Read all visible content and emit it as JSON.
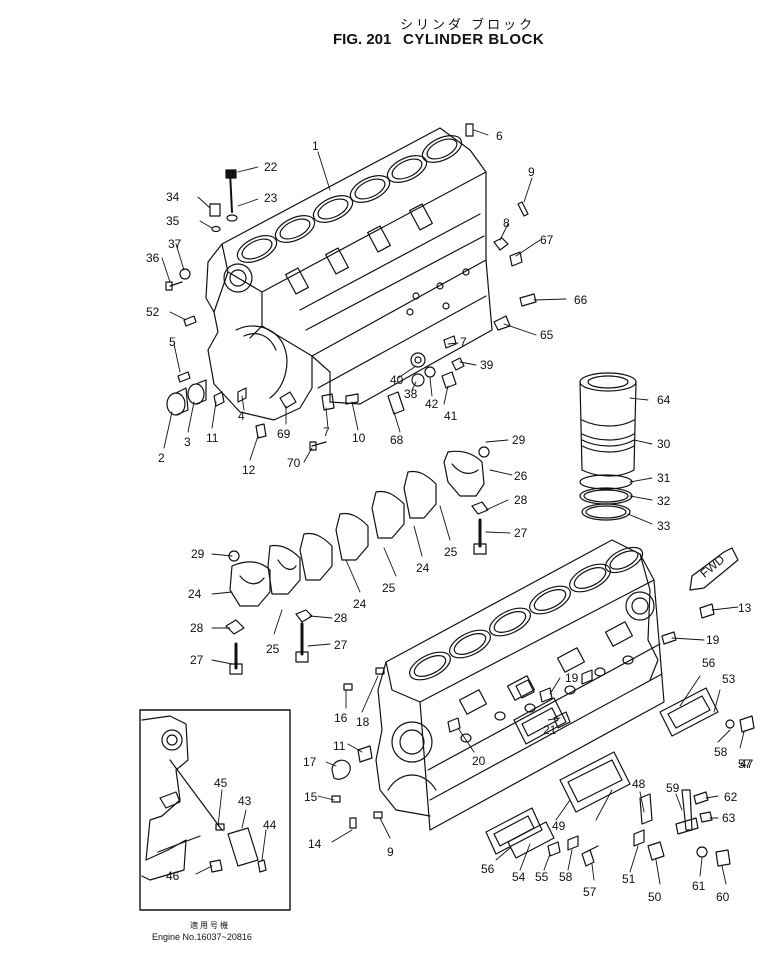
{
  "header": {
    "jp_title": "シリンダ ブロック",
    "fig_number": "FIG. 201",
    "title": "CYLINDER BLOCK"
  },
  "footer": {
    "jp_label": "適用号機",
    "engine_range": "Engine No.16037~20816"
  },
  "fwd_label": "FWD",
  "callouts": [
    "1",
    "2",
    "3",
    "4",
    "5",
    "6",
    "7",
    "7",
    "8",
    "9",
    "9",
    "10",
    "11",
    "11",
    "12",
    "13",
    "14",
    "15",
    "16",
    "17",
    "18",
    "19",
    "19",
    "20",
    "21",
    "22",
    "23",
    "24",
    "24",
    "24",
    "25",
    "25",
    "25",
    "26",
    "27",
    "27",
    "27",
    "28",
    "28",
    "28",
    "29",
    "29",
    "30",
    "31",
    "32",
    "33",
    "34",
    "35",
    "36",
    "37",
    "38",
    "39",
    "40",
    "41",
    "42",
    "43",
    "44",
    "45",
    "46",
    "47",
    "48",
    "49",
    "50",
    "51",
    "52",
    "53",
    "54",
    "55",
    "56",
    "56",
    "57",
    "57",
    "58",
    "58",
    "59",
    "60",
    "61",
    "62",
    "63",
    "64",
    "65",
    "66",
    "67",
    "68",
    "69",
    "70"
  ],
  "colors": {
    "ink": "#111111",
    "paper": "#ffffff"
  }
}
